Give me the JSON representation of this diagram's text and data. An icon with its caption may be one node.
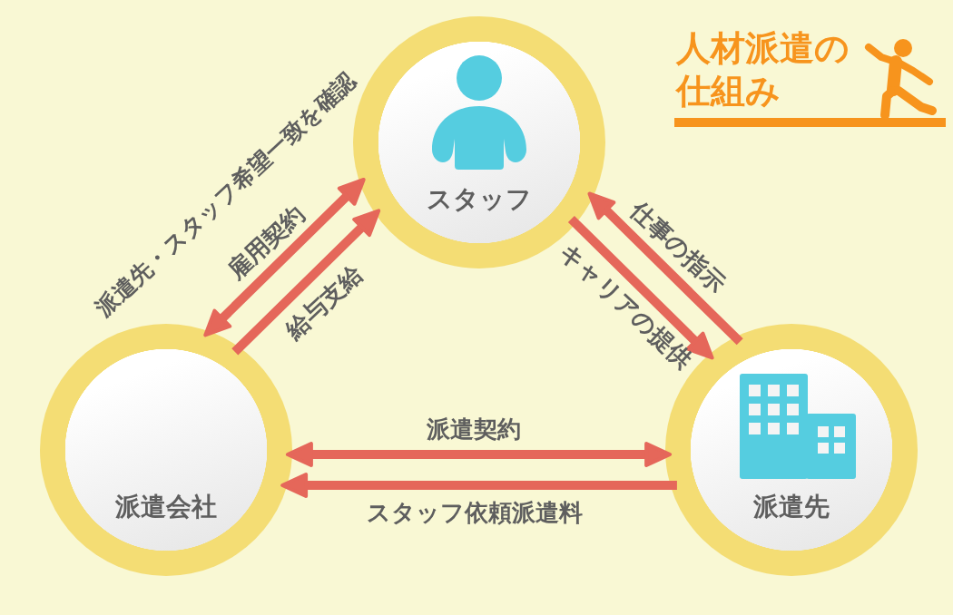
{
  "diagram": {
    "title": "人材派遣の仕組み",
    "nodes": [
      {
        "text": [
          "スタッフ"
        ]
      },
      {
        "text": [
          "派遣会社"
        ]
      },
      {
        "text": [
          "派遣先"
        ]
      }
    ],
    "edges": [
      {
        "from": 1,
        "to": 0,
        "arrow": "both",
        "label": "雇用契約"
      },
      {
        "from": 1,
        "to": 0,
        "arrow": "to",
        "label": "給与支給"
      },
      {
        "from": 2,
        "to": 0,
        "arrow": "to",
        "label": "仕事の指示"
      },
      {
        "from": 0,
        "to": 2,
        "arrow": "to",
        "label": "キャリアの提供"
      },
      {
        "from": 1,
        "to": 2,
        "arrow": "both",
        "label": "派遣契約"
      },
      {
        "from": 2,
        "to": 1,
        "arrow": "to",
        "label": "スタッフ依頼派遣料"
      }
    ],
    "labels": [
      "派遣先・スタッフ希望一致を確認"
    ]
  }
}
